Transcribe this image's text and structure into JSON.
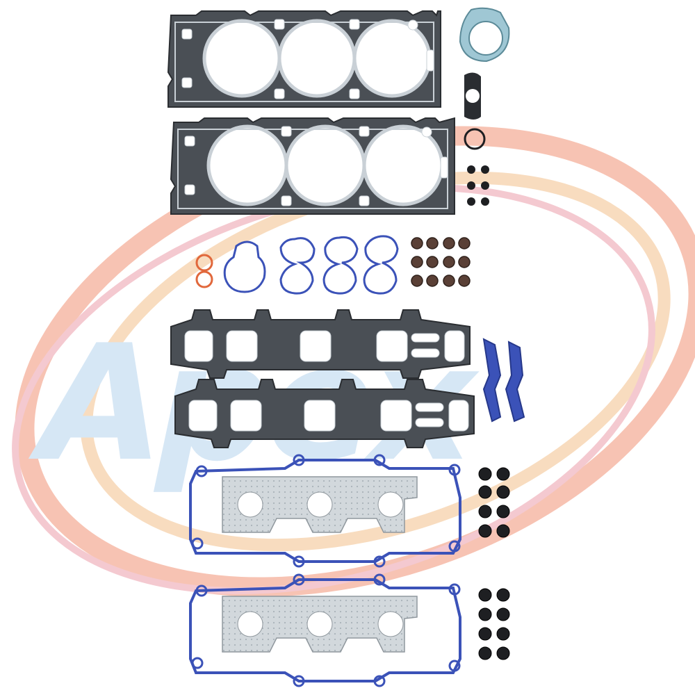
{
  "image": {
    "subject": "gasket-kit-product-photo",
    "background": "#ffffff"
  },
  "watermark": {
    "logo_text": "Apex",
    "swoosh_colors": [
      "#f6b9a6",
      "#f7d7b4",
      "#f3c0c8",
      "#f9e3cf"
    ],
    "letter_color": "#cfe3f4"
  },
  "colors": {
    "graphite": "#4a4f55",
    "graphite_dark": "#2a2d31",
    "steel_edge": "#c9d0d6",
    "seal_blue": "#3b52b8",
    "seal_blue_light": "#6f86d4",
    "teal_gasket": "#9fc7d4",
    "orange_oring": "#e1683c",
    "valve_seal": "#5a4036",
    "rubber_black": "#1e1f22",
    "exhaust_silver": "#d2d8dc"
  },
  "parts": [
    {
      "icon": "cylinder-head-gasket-icon",
      "count": 2
    },
    {
      "icon": "thermostat-gasket-icon",
      "count": 1
    },
    {
      "icon": "egr-gasket-icon",
      "count": 1
    },
    {
      "icon": "o-ring-icon",
      "count": 1
    },
    {
      "icon": "small-seal-icon",
      "count": 6
    },
    {
      "icon": "orange-o-ring-icon",
      "count": 2
    },
    {
      "icon": "blue-port-seal-icon",
      "count": 4
    },
    {
      "icon": "valve-stem-seal-icon",
      "count": 12
    },
    {
      "icon": "intake-manifold-gasket-icon",
      "count": 2
    },
    {
      "icon": "end-seal-icon",
      "count": 2
    },
    {
      "icon": "valve-cover-gasket-icon",
      "count": 2
    },
    {
      "icon": "exhaust-manifold-gasket-icon",
      "count": 2
    },
    {
      "icon": "spark-plug-tube-seal-icon",
      "count": 16
    }
  ]
}
